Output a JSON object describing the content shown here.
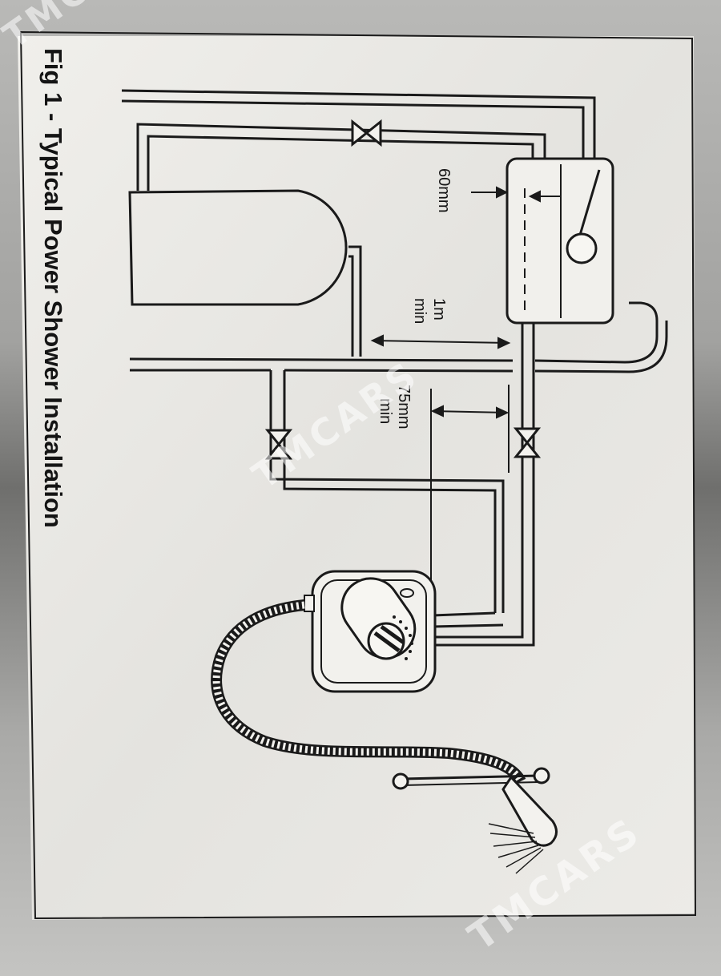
{
  "figure": {
    "caption": "Fig 1 - Typical Power Shower Installation",
    "labels": {
      "gap_top": "60mm",
      "distance_1m": "1m",
      "distance_1m_sub": "min",
      "distance_75mm": "75mm",
      "distance_75mm_sub": "min"
    }
  },
  "watermarks": [
    "TMCARS",
    "TMCARS",
    "TMCARS"
  ],
  "colors": {
    "paper": "#e9e8e4",
    "ink": "#1a1a1a",
    "background": "#8f8f8d",
    "watermark": "#ffffff"
  },
  "icons": [
    "gate-valve-icon",
    "shower-head-icon",
    "flexible-hose-icon",
    "control-knob-icon"
  ]
}
